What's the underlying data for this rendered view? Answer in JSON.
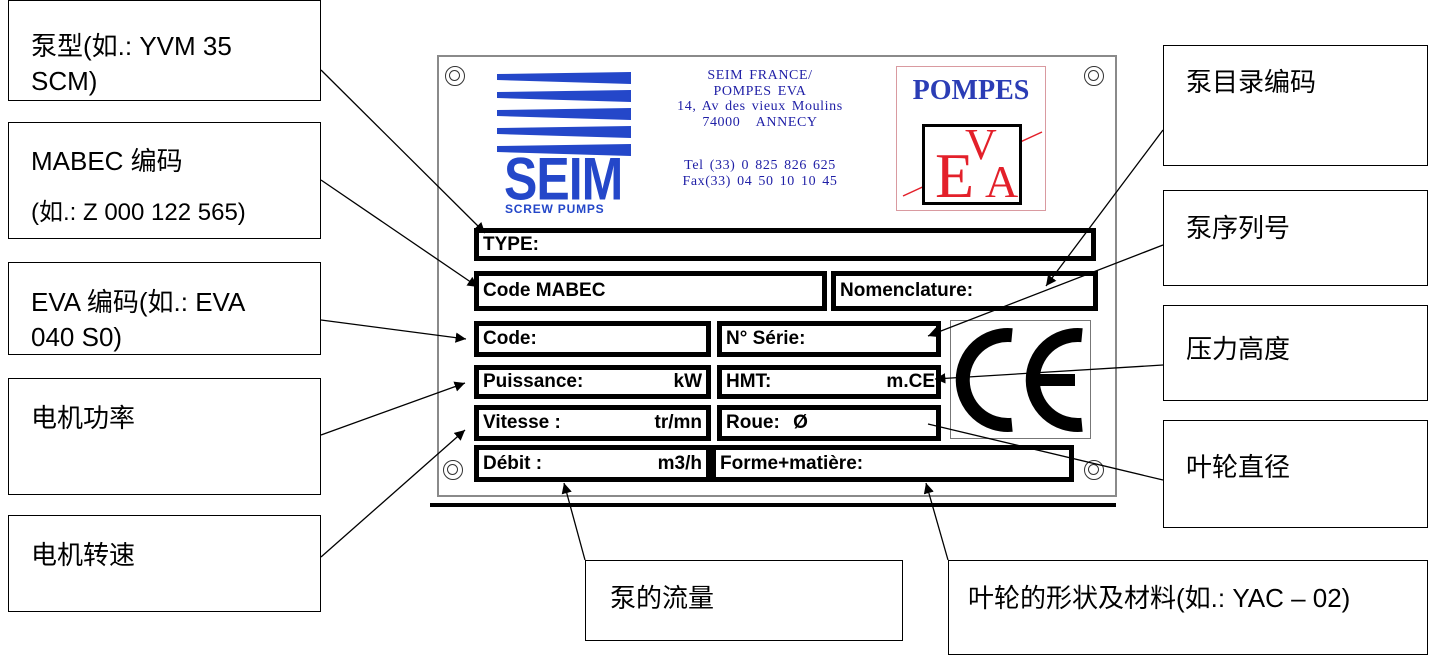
{
  "callouts": {
    "pump_type": {
      "lines": [
        "泵型(如.: YVM 35",
        "SCM)"
      ]
    },
    "mabec_code": {
      "lines": [
        "MABEC 编码",
        "(如.: Z 000 122 565)"
      ]
    },
    "eva_code": {
      "lines": [
        "EVA 编码(如.: EVA",
        "040 S0)"
      ]
    },
    "motor_power": {
      "label": "电机功率"
    },
    "motor_speed": {
      "label": "电机转速"
    },
    "catalog_code": {
      "label": "泵目录编码"
    },
    "serial_number": {
      "label": "泵序列号"
    },
    "pressure_head": {
      "label": "压力高度"
    },
    "impeller_diameter": {
      "label": "叶轮直径"
    },
    "flow_rate": {
      "label": "泵的流量"
    },
    "impeller_shape_material": {
      "label": "叶轮的形状及材料(如.: YAC – 02)"
    }
  },
  "nameplate": {
    "seim_logo": {
      "name": "SEIM",
      "tagline": "SCREW PUMPS"
    },
    "address": [
      "SEIM FRANCE/",
      "POMPES EVA",
      "14, Av des vieux Moulins",
      "74000 ANNECY",
      "Tel (33) 0 825 826 625",
      "Fax(33) 04 50 10 10 45"
    ],
    "eva_logo": {
      "title": "POMPES",
      "letters": [
        "E",
        "V",
        "A"
      ]
    },
    "fields": {
      "type": "TYPE:",
      "code_mabec": "Code MABEC",
      "nomenclature": "Nomenclature:",
      "code": "Code:",
      "serie": "N° Série:",
      "puissance": {
        "label": "Puissance:",
        "unit": "kW"
      },
      "hmt": {
        "label": "HMT:",
        "unit": "m.CE"
      },
      "vitesse": {
        "label": "Vitesse :",
        "unit": "tr/mn"
      },
      "roue": "Roue: Ø",
      "debit": {
        "label": "Débit :",
        "unit": "m3/h"
      },
      "forme": "Forme+matière:"
    },
    "ce_mark": "CE"
  },
  "colors": {
    "seim_blue": "#2447c9",
    "address_blue": "#1f1fa6",
    "pompes_blue": "#2b3db5",
    "eva_red": "#e3202a",
    "eva_border": "#d99aa0"
  }
}
